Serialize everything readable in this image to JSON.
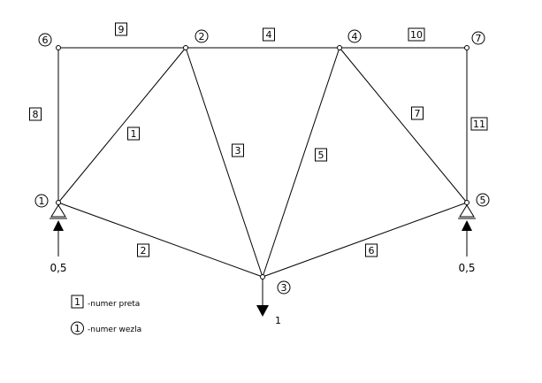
{
  "nodes": [
    {
      "id": "1",
      "label": "1"
    },
    {
      "id": "2",
      "label": "2"
    },
    {
      "id": "3",
      "label": "3"
    },
    {
      "id": "4",
      "label": "4"
    },
    {
      "id": "5",
      "label": "5"
    },
    {
      "id": "6",
      "label": "6"
    },
    {
      "id": "7",
      "label": "7"
    }
  ],
  "members": [
    {
      "label": "1",
      "from": "1",
      "to": "2"
    },
    {
      "label": "2",
      "from": "1",
      "to": "3"
    },
    {
      "label": "3",
      "from": "2",
      "to": "3"
    },
    {
      "label": "4",
      "from": "2",
      "to": "4"
    },
    {
      "label": "5",
      "from": "3",
      "to": "4"
    },
    {
      "label": "6",
      "from": "3",
      "to": "5"
    },
    {
      "label": "7",
      "from": "4",
      "to": "5"
    },
    {
      "label": "8",
      "from": "6",
      "to": "1"
    },
    {
      "label": "9",
      "from": "6",
      "to": "2"
    },
    {
      "label": "10",
      "from": "4",
      "to": "7"
    },
    {
      "label": "11",
      "from": "7",
      "to": "5"
    }
  ],
  "loads": {
    "reaction_left": "0,5",
    "reaction_right": "0,5",
    "load_node3": "1"
  },
  "legend": {
    "member_symbol": "1",
    "member_text": "-numer preta",
    "node_symbol": "1",
    "node_text": "-numer wezla"
  }
}
